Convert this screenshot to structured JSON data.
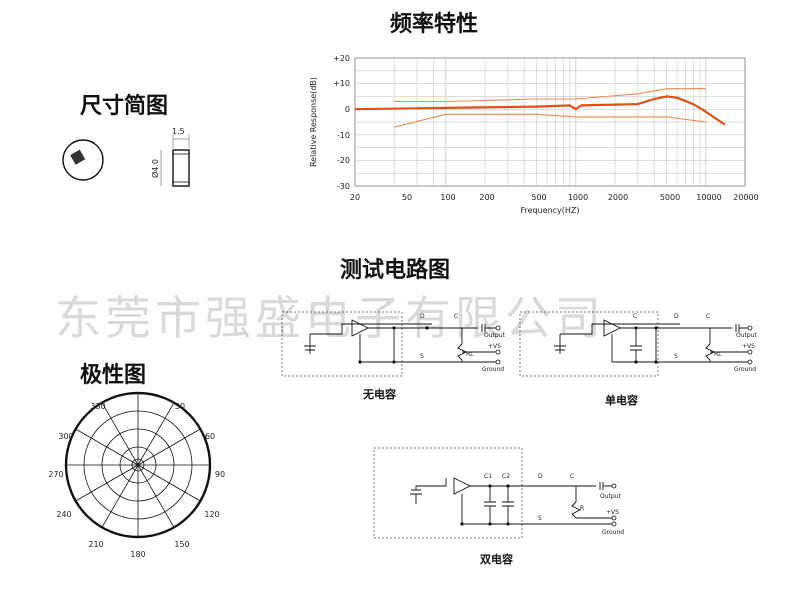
{
  "headers": {
    "dimensions": "尺寸简图",
    "frequency": "频率特性",
    "test_circuit": "测试电路图",
    "polar": "极性图"
  },
  "watermark": "东莞市强盛电子有限公司",
  "dimension_labels": {
    "thickness": "1.5",
    "diameter": "Ø4.0"
  },
  "frequency_chart": {
    "ylabel": "Relative Response(dB)",
    "xlabel": "Frequency(HZ)",
    "y_ticks": [
      "+20",
      "+10",
      "0",
      "-10",
      "-20",
      "-30"
    ],
    "x_ticks": [
      "20",
      "50",
      "100",
      "200",
      "500",
      "1000",
      "2000",
      "5000",
      "10000",
      "20000"
    ]
  },
  "chart_data": {
    "type": "line",
    "xlabel": "Frequency(HZ)",
    "ylabel": "Relative Response(dB)",
    "xscale": "log",
    "xlim": [
      20,
      20000
    ],
    "ylim": [
      -30,
      20
    ],
    "grid": true,
    "series": [
      {
        "x": [
          20,
          100,
          500,
          900,
          1000,
          1100,
          3000,
          4000,
          5000,
          6000,
          8000,
          10000,
          14000
        ],
        "y": [
          0,
          0.5,
          1,
          1.5,
          0,
          1.5,
          2,
          4,
          5,
          4.5,
          2,
          -1,
          -6
        ]
      },
      {
        "x": [
          40,
          100,
          500,
          1000,
          3000,
          5000,
          10000
        ],
        "y": [
          3,
          3,
          4,
          4,
          6,
          8,
          8
        ]
      },
      {
        "x": [
          40,
          100,
          500,
          1000,
          3000,
          5000,
          10000
        ],
        "y": [
          -7,
          -2,
          -2,
          -3,
          -3,
          -3,
          -5
        ]
      }
    ]
  },
  "polar_labels": [
    "330",
    "30",
    "300",
    "60",
    "270",
    "90",
    "240",
    "120",
    "210",
    "150",
    "180"
  ],
  "circuit_labels": {
    "D": "D",
    "C": "C",
    "S": "S",
    "R": "R",
    "RL": "RL",
    "C1": "C1",
    "C2": "C2",
    "output": "Output",
    "vs": "+VS",
    "ground": "Ground"
  },
  "circuit_captions": {
    "none": "无电容",
    "single": "单电容",
    "double": "双电容"
  },
  "colors": {
    "curve": "#e0501b",
    "tolerance": "#ee8a50",
    "grid": "#bbbbbb"
  }
}
